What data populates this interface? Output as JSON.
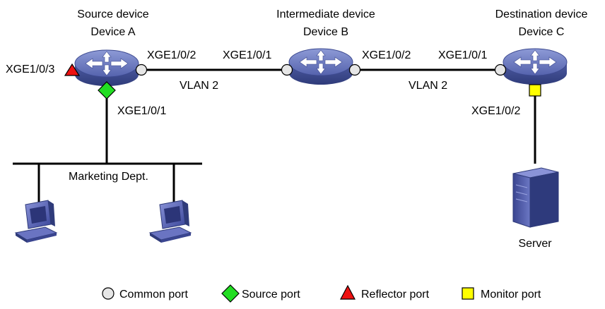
{
  "devices": {
    "a": {
      "role": "Source device",
      "name": "Device A"
    },
    "b": {
      "role": "Intermediate device",
      "name": "Device B"
    },
    "c": {
      "role": "Destination device",
      "name": "Device C"
    }
  },
  "ports": {
    "a_reflector": "XGE1/0/3",
    "a_uplink": "XGE1/0/2",
    "a_source": "XGE1/0/1",
    "b_in": "XGE1/0/1",
    "b_out": "XGE1/0/2",
    "c_in": "XGE1/0/1",
    "c_monitor": "XGE1/0/2"
  },
  "links": {
    "ab_vlan": "VLAN 2",
    "bc_vlan": "VLAN 2"
  },
  "lan_label": "Marketing Dept.",
  "server_label": "Server",
  "legend": {
    "common": "Common port",
    "source": "Source port",
    "reflector": "Reflector port",
    "monitor": "Monitor port"
  },
  "colors": {
    "device_body": "#5f6fb8",
    "common_port": "#e6e6e6",
    "source_port": "#22dd22",
    "reflector_port": "#ee1111",
    "monitor_port": "#ffff00"
  }
}
